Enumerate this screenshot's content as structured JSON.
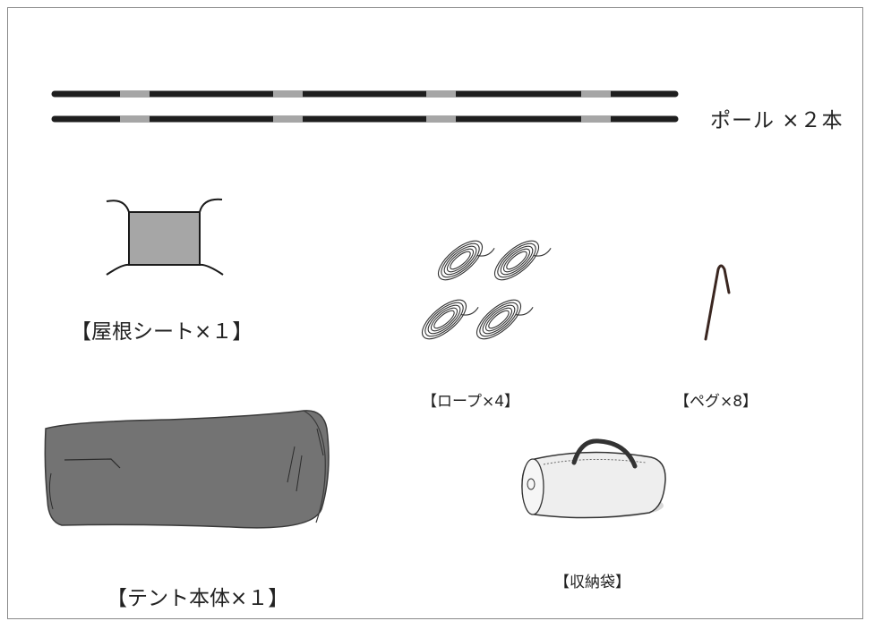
{
  "labels": {
    "poles": "ポール ×２本",
    "roof_sheet": "【屋根シート×１】",
    "ropes": "【ロープ×4】",
    "pegs": "【ペグ×8】",
    "tent_body": "【テント本体×１】",
    "storage_bag": "【収納袋】"
  },
  "colors": {
    "pole": "#1e1e1e",
    "pole_joint": "#a6a6a6",
    "roof_fill": "#a6a6a6",
    "tent_fill": "#737373",
    "bag_fill": "#eeeeee",
    "bag_handle": "#333333",
    "peg": "#3a2620",
    "border": "#8a8a8a"
  }
}
